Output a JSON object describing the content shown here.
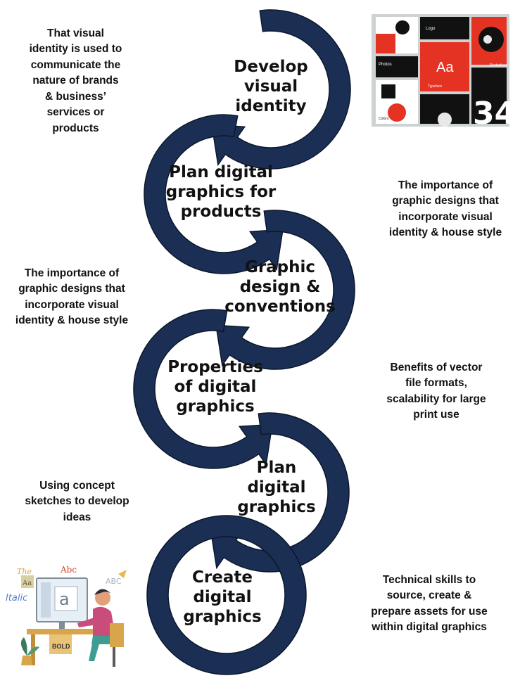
{
  "colors": {
    "arrow": "#1b2f55",
    "arrow_outline": "#0b162c",
    "text": "#111111",
    "accent_red": "#e53323"
  },
  "steps": [
    {
      "label": "Develop\nvisual\nidentity"
    },
    {
      "label": "Plan digital\ngraphics for\nproducts"
    },
    {
      "label": "Graphic\ndesign &\nconventions"
    },
    {
      "label": "Properties\nof digital\ngraphics"
    },
    {
      "label": "Plan\ndigital\ngraphics"
    },
    {
      "label": "Create\ndigital\ngraphics"
    }
  ],
  "notes": {
    "visual_identity": "That visual\nidentity is used to\ncommunicate the\nnature of brands\n& business’\nservices or\nproducts",
    "importance_right": "The importance of\ngraphic designs that\nincorporate visual\nidentity & house style",
    "importance_left": "The importance of\ngraphic designs that\nincorporate visual\nidentity & house style",
    "vector_benefits": "Benefits of vector\nfile formats,\nscalability for large\nprint use",
    "concept_sketches": "Using concept\nsketches to develop\nideas",
    "technical_skills": "Technical skills to\nsource, create &\nprepare assets for use\nwithin digital graphics"
  },
  "brand_board": {
    "logo": "Logo",
    "photos": "Photos",
    "aa": "Aa",
    "typeface": "Typeface",
    "illustrations": "Illustrations",
    "colors": "Colors",
    "digits": "34"
  },
  "illustration": {
    "abc_top": "Abc",
    "abc_mono": "ABC",
    "glyph": "a",
    "italic": "Italic",
    "bold": "BOLD",
    "a_small": "Aa",
    "the": "The"
  }
}
